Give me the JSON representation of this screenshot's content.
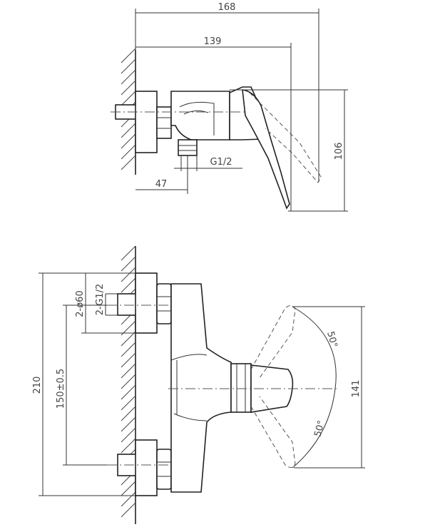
{
  "dimensions": {
    "overall_depth": "168",
    "depth_to_handle": "139",
    "height_top": "106",
    "outlet_thread": "G1/2",
    "outlet_offset": "47",
    "inlet_diameter": "2-ø60",
    "inlet_thread": "2-G1/2",
    "overall_height": "210",
    "inlet_spacing": "150±0.5",
    "handle_span": "141",
    "angle_upper": "50°",
    "angle_lower": "50°"
  },
  "colors": {
    "line": "#222222",
    "dimension": "#444444",
    "background": "#ffffff"
  }
}
